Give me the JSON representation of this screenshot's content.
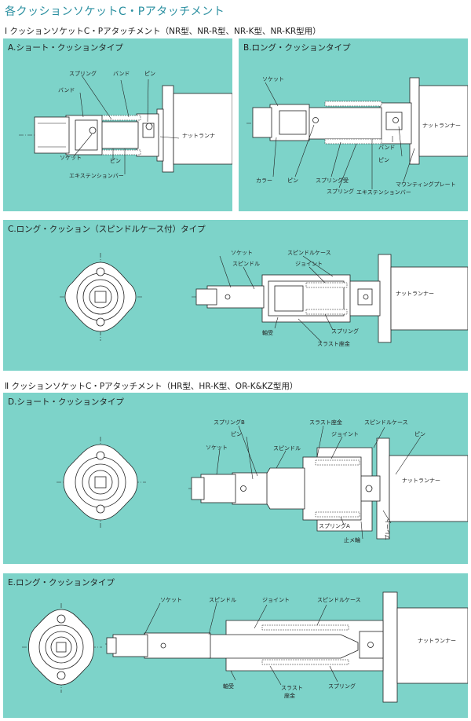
{
  "title": "各クッションソケットC・Pアタッチメント",
  "section1": "Ⅰ クッションソケットC・Pアタッチメント（NR型、NR-R型、NR-K型、NR-KR型用）",
  "section2": "Ⅱ クッションソケットC・Pアタッチメント（HR型、HR-K型、OR-K&KZ型用）",
  "panels": {
    "a": {
      "title": "A.ショート・クッションタイプ",
      "labels": {
        "spring": "スプリング",
        "band_top": "バンド",
        "pin_top": "ピン",
        "band_left": "バンド",
        "nutrunner": "ナットランナ",
        "socket": "ソケット",
        "pin_bottom": "ピン",
        "extension": "エキステンションバー"
      }
    },
    "b": {
      "title": "B.ロング・クッションタイプ",
      "labels": {
        "socket": "ソケット",
        "nutrunner": "ナットランナー",
        "band": "バンド",
        "pin_right": "ピン",
        "collar": "カラー",
        "pin_bottom": "ピン",
        "spring_seat": "スプリング受",
        "spring": "スプリング",
        "mounting_plate": "マウンティングプレート",
        "extension": "エキステンションバー"
      }
    },
    "c": {
      "title": "C.ロング・クッション（スピンドルケース付）タイプ",
      "labels": {
        "socket": "ソケット",
        "spindle_case": "スピンドルケース",
        "spindle": "スピンドル",
        "joint": "ジョイント",
        "nutrunner": "ナットランナー",
        "bearing": "軸受",
        "spring": "スプリング",
        "thrust": "スラスト座金"
      }
    },
    "d": {
      "title": "D.ショート・クッションタイプ",
      "labels": {
        "spring_b": "スプリングB",
        "pin_top": "ピン",
        "socket": "ソケット",
        "spindle": "スピンドル",
        "thrust": "スラスト座金",
        "joint": "ジョイント",
        "spindle_case": "スピンドルケース",
        "pin_right": "ピン",
        "nutrunner": "ナットランナー",
        "plate": "プレート",
        "spring_a": "スプリングA",
        "stop_ring": "止メ輪"
      }
    },
    "e": {
      "title": "E.ロング・クッションタイプ",
      "labels": {
        "socket": "ソケット",
        "spindle": "スピンドル",
        "joint": "ジョイント",
        "spindle_case": "スピンドルケース",
        "nutrunner": "ナットランナー",
        "bearing": "軸受",
        "thrust_1": "スラスト",
        "thrust_2": "座金",
        "spring": "スプリング"
      }
    }
  },
  "colors": {
    "panel": "#7dd3c9",
    "title": "#2a8fa0",
    "ink": "#222222"
  }
}
